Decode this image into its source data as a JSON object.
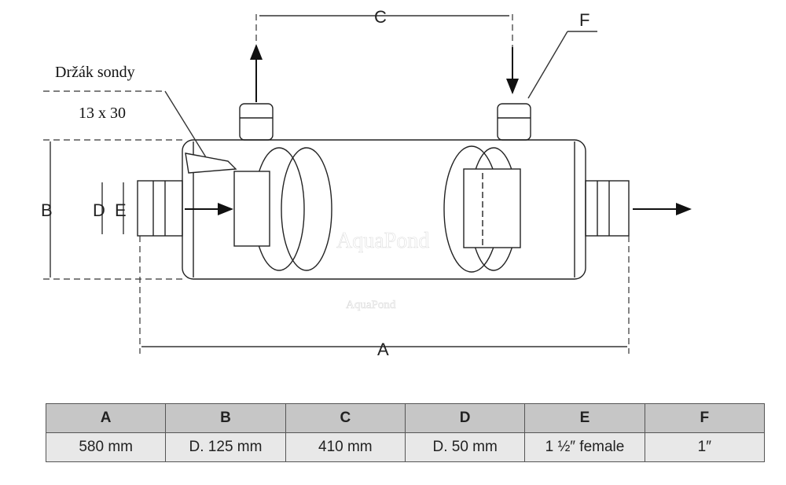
{
  "diagram": {
    "labels": {
      "A": "A",
      "B": "B",
      "C": "C",
      "D": "D",
      "E": "E",
      "F": "F"
    },
    "probe_holder_label": "Držák sondy",
    "probe_holder_size": "13 x 30",
    "watermark": "AquaPond",
    "watermark_small": "AquaPond"
  },
  "table": {
    "headers": [
      "A",
      "B",
      "C",
      "D",
      "E",
      "F"
    ],
    "values": [
      "580 mm",
      "D. 125 mm",
      "410 mm",
      "D. 50 mm",
      "1 ½″ female",
      "1″"
    ]
  }
}
